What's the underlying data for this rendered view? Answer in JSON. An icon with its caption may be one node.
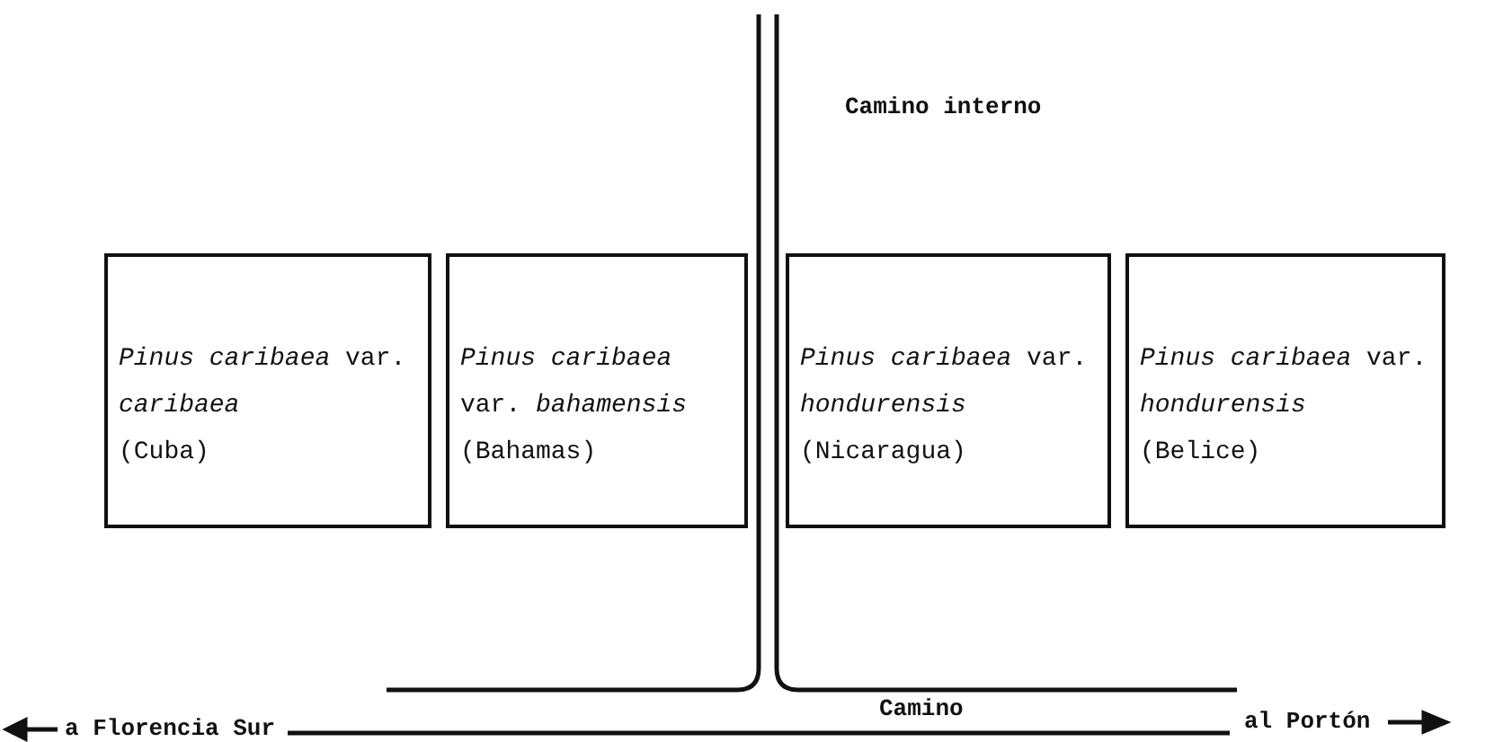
{
  "diagram": {
    "nodes": [
      {
        "text": [
          "*Pinus caribaea* var. *caribaea*",
          "(Cuba)"
        ]
      },
      {
        "text": [
          "*Pinus caribaea* var. *bahamensis*",
          "(Bahamas)"
        ]
      },
      {
        "text": [
          "*Pinus caribaea* var. *hondurensis*",
          "(Nicaragua)"
        ]
      },
      {
        "text": [
          "*Pinus caribaea* var. *hondurensis*",
          "(Belice)"
        ]
      }
    ],
    "labels": [
      "Camino interno",
      "a Florencia Sur",
      "Camino",
      "al Portón"
    ]
  }
}
